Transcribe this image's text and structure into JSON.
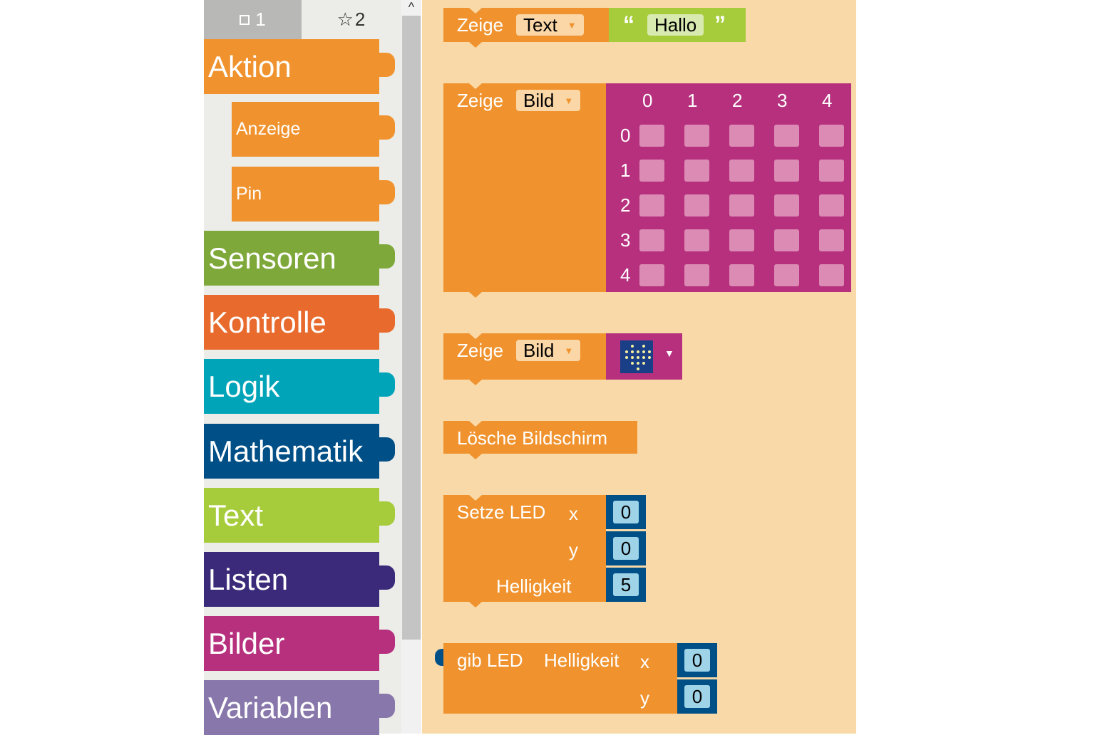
{
  "tabs": [
    {
      "icon": "square-icon",
      "label": "1"
    },
    {
      "icon": "star-icon",
      "label": "2"
    }
  ],
  "categories": [
    {
      "label": "Aktion",
      "color": "#f0932e",
      "sub": false
    },
    {
      "label": "Anzeige",
      "color": "#f0932e",
      "sub": true
    },
    {
      "label": "Pin",
      "color": "#f0932e",
      "sub": true
    },
    {
      "label": "Sensoren",
      "color": "#7ea83a",
      "sub": false
    },
    {
      "label": "Kontrolle",
      "color": "#e86a2c",
      "sub": false
    },
    {
      "label": "Logik",
      "color": "#00a4b8",
      "sub": false
    },
    {
      "label": "Mathematik",
      "color": "#004f86",
      "sub": false
    },
    {
      "label": "Text",
      "color": "#a6cc3c",
      "sub": false
    },
    {
      "label": "Listen",
      "color": "#3b2a7a",
      "sub": false
    },
    {
      "label": "Bilder",
      "color": "#b6307e",
      "sub": false
    },
    {
      "label": "Variablen",
      "color": "#8777aa",
      "sub": false
    }
  ],
  "blocks": {
    "show_text": {
      "label": "Zeige",
      "dropdown": "Text",
      "value": "Hallo",
      "open_quote": "“",
      "close_quote": "”"
    },
    "show_image": {
      "label": "Zeige",
      "dropdown": "Bild",
      "cols": [
        "0",
        "1",
        "2",
        "3",
        "4"
      ],
      "rows": [
        "0",
        "1",
        "2",
        "3",
        "4"
      ]
    },
    "show_image_preset": {
      "label": "Zeige",
      "dropdown": "Bild",
      "icon": "heart-icon"
    },
    "clear": {
      "label": "Lösche Bildschirm"
    },
    "set_led": {
      "label": "Setze LED",
      "x": "x",
      "y": "y",
      "brightness": "Helligkeit",
      "x_val": "0",
      "y_val": "0",
      "b_val": "5"
    },
    "get_led": {
      "label": "gib LED",
      "brightness": "Helligkeit",
      "x": "x",
      "y": "y",
      "x_val": "0",
      "y_val": "0"
    }
  }
}
